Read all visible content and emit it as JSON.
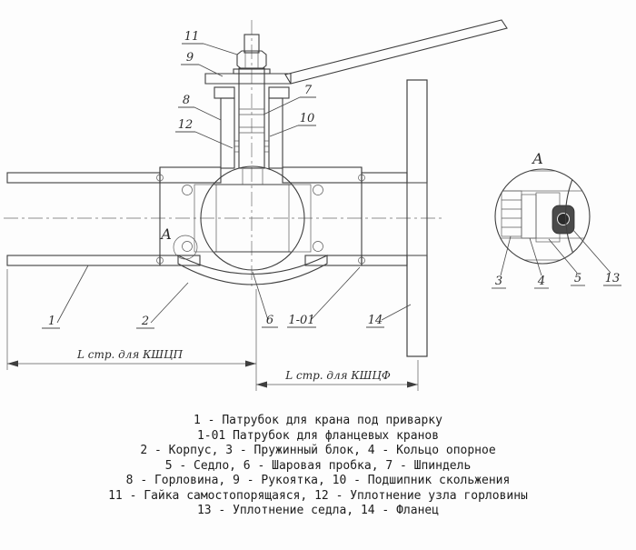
{
  "drawing": {
    "section_marker": "A",
    "detail": {
      "title": "A",
      "callouts": {
        "c3": "3",
        "c4": "4",
        "c5": "5",
        "c13": "13"
      }
    },
    "callouts": {
      "c1": "1",
      "c1_01": "1-01",
      "c2": "2",
      "c6": "6",
      "c7": "7",
      "c8": "8",
      "c9": "9",
      "c10": "10",
      "c11": "11",
      "c12": "12",
      "c14": "14"
    },
    "dimensions": {
      "left": "L стр. для КШЦП",
      "right": "L стр. для КШЦФ"
    }
  },
  "legend": {
    "lines": [
      "1 - Патрубок для крана под приварку",
      "1-01 Патрубок для фланцевых кранов",
      "2 - Корпус, 3 - Пружинный блок, 4 - Кольцо опорное",
      "5 - Седло, 6 - Шаровая пробка, 7 - Шпиндель",
      "8 - Горловина, 9 - Рукоятка, 10 - Подшипник скольжения",
      "11 - Гайка самостопорящаяся, 12 - Уплотнение узла горловины",
      "13 - Уплотнение седла, 14 - Фланец"
    ]
  },
  "colors": {
    "line": "#3f3f3f",
    "seal": "#4a4a4a"
  }
}
